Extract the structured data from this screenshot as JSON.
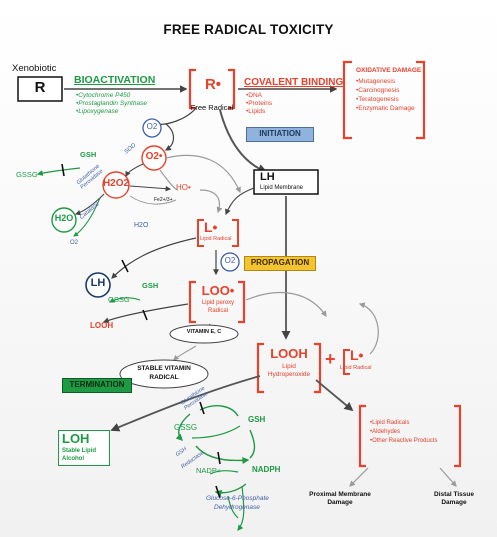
{
  "title": "FREE RADICAL TOXICITY",
  "xenobiotic": {
    "label": "Xenobiotic",
    "symbol": "R"
  },
  "bioactivation": {
    "title": "BIOACTIVATION",
    "items": [
      "•Cytochrome P450",
      "•Prostaglandin Synthase",
      "•Lipoxygenase"
    ]
  },
  "free_radical": {
    "symbol": "R•",
    "label": "Free Radical"
  },
  "covalent_binding": {
    "title": "COVALENT BINDING",
    "items": [
      "•DNA",
      "•Proteins",
      "•Lipids"
    ]
  },
  "oxidative_damage": {
    "title": "OXIDATIVE DAMAGE",
    "items": [
      "•Mutagenesis",
      "•Carcinognesis",
      "•Teratogenesis",
      "•Enzymatic Damage"
    ]
  },
  "initiation": "INITIATION",
  "propagation": "PROPAGATION",
  "termination": "TERMINATION",
  "lipid_membrane": {
    "symbol": "LH",
    "label": "Lipid Membrane"
  },
  "species": {
    "o2": "O2",
    "o2_radical": "O2•",
    "h2o2": "H2O2",
    "ho_radical": "HO•",
    "h2o": "H2O",
    "h2o_small": "H2O",
    "o2_small": "O2",
    "fe": "Fe2+/3+",
    "gsh": "GSH",
    "gssg": "GSSG",
    "sod": "SOD",
    "glut_perox": "Glutathione Peroxidase",
    "catalase": "Catalase"
  },
  "lipid_radical": {
    "symbol": "L•",
    "label": "Lipid Radical"
  },
  "lh_cycle": {
    "lh": "LH",
    "gsh": "GSH",
    "gssg": "GSSG",
    "looh": "LOOH"
  },
  "o2_prop": "O2",
  "loo": {
    "symbol": "LOO•",
    "label1": "Lipid peroxy",
    "label2": "Radical"
  },
  "vitamin": "VITAMIN E, C",
  "stable_vitamin": {
    "line1": "STABLE VITAMIN",
    "line2": "RADICAL"
  },
  "looh_main": {
    "symbol": "LOOH",
    "label1": "Lipid",
    "label2": "Hydroperoxide"
  },
  "plus": "+",
  "lipid_radical2": {
    "symbol": "L•",
    "label": "Lipid Radical"
  },
  "products": [
    "•Lipid Radicals",
    "•Aldehydes",
    "•Other Reactive Products"
  ],
  "loh": {
    "symbol": "LOH",
    "label1": "Stable Lipid",
    "label2": "Alcohol"
  },
  "cycle": {
    "glut_perox": "Glutathione Peroxidase",
    "gssg": "GSSG",
    "gsh": "GSH",
    "gsh_reductase1": "GSH",
    "gsh_reductase2": "Reductase",
    "nadp": "NADP+",
    "nadph": "NADPH",
    "g6pd1": "Glucose-6-Phosphate",
    "g6pd2": "Dehydrogenase"
  },
  "damage": {
    "proximal1": "Proximal Membrane",
    "proximal2": "Damage",
    "distal1": "Distal Tissue",
    "distal2": "Damage"
  },
  "colors": {
    "red": "#e8412c",
    "green": "#1e9a44",
    "blue": "#3f5fa8",
    "gray": "#9a9a9a",
    "dark": "#444444"
  }
}
